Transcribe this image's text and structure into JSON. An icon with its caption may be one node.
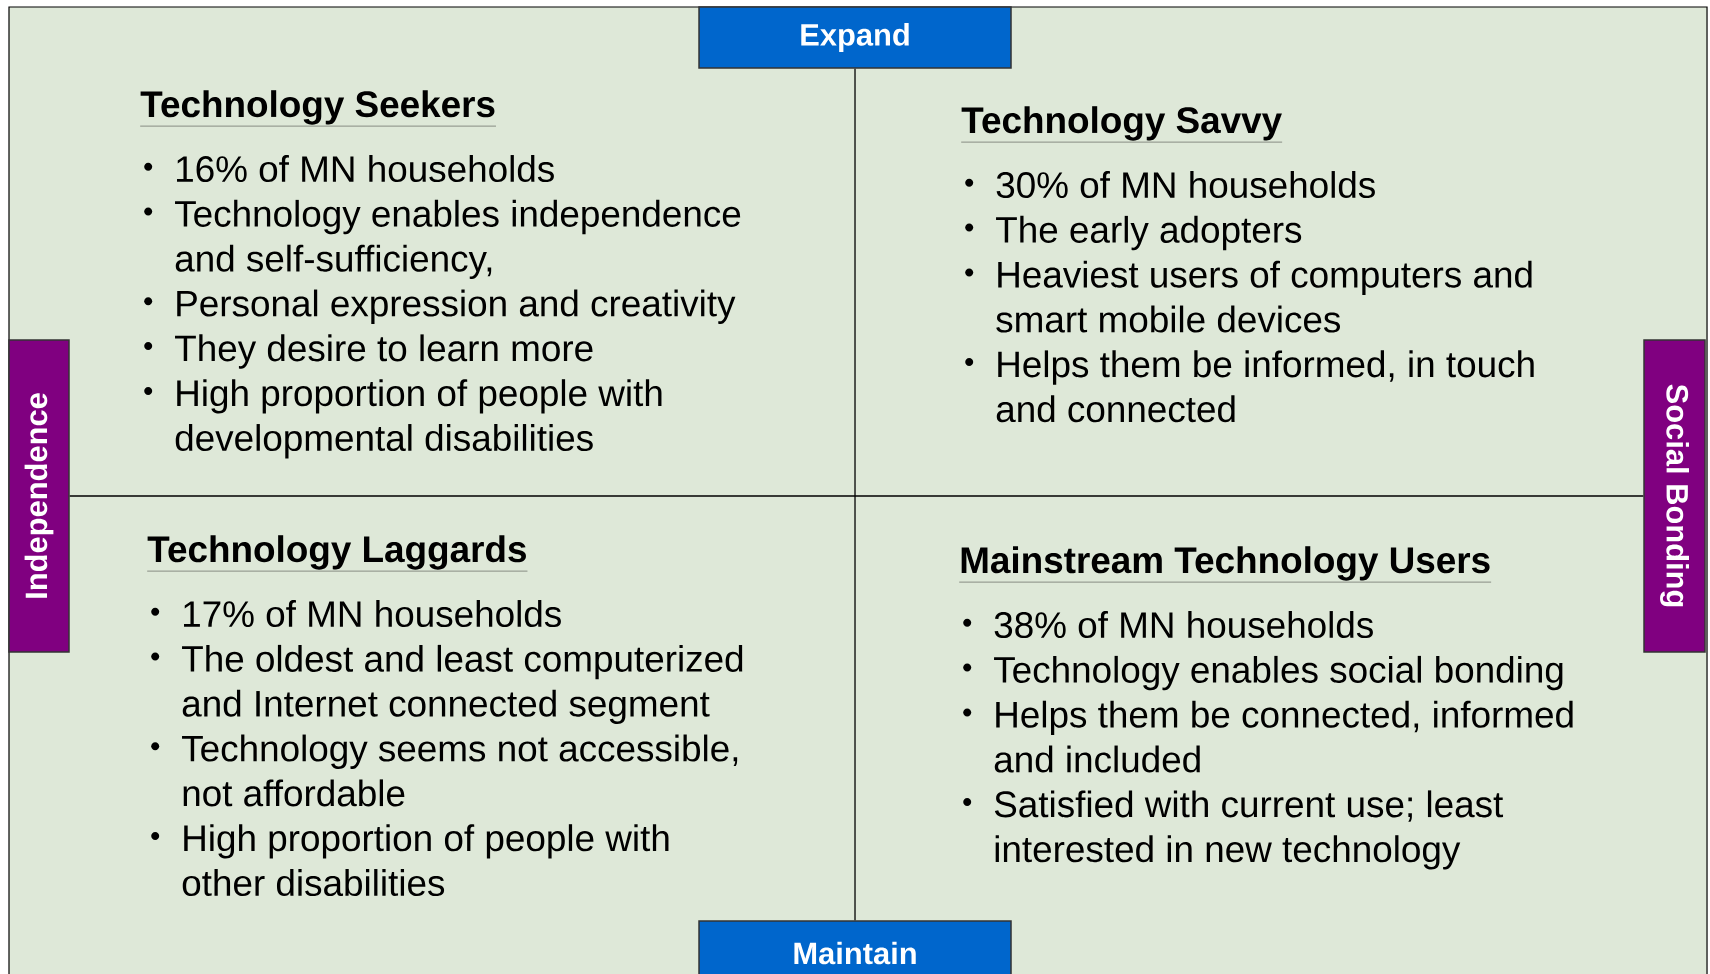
{
  "diagram": {
    "nodes": [
      {
        "text": [
          "Expand"
        ]
      },
      {
        "text": [
          "Technology Seekers",
          "16% of MN households",
          "Technology enables independence and self-sufficiency,",
          "Personal expression and creativity",
          "They desire to learn more",
          "High proportion of people with developmental disabilities"
        ]
      },
      {
        "text": [
          "Technology Savvy",
          "30% of MN households",
          "The early adopters",
          "Heaviest users of computers and smart mobile devices",
          "Helps them be informed, in touch and connected"
        ]
      },
      {
        "text": [
          "Independence"
        ]
      },
      {
        "text": [
          "Social Bonding"
        ]
      },
      {
        "text": [
          "Technology Laggards",
          "17% of MN households",
          "The oldest and least computerized and Internet connected segment",
          "Technology seems not accessible, not affordable",
          "High proportion of people with other disabilities"
        ]
      },
      {
        "text": [
          "Mainstream Technology Users",
          "38% of MN households",
          "Technology enables social bonding",
          "Helps them be connected, informed and included",
          "Satisfied with current use; least interested in new technology"
        ]
      },
      {
        "text": [
          "Maintain"
        ]
      }
    ],
    "edges": [
      {
        "from": 0,
        "to": 7,
        "arrow": "none"
      },
      {
        "from": 3,
        "to": 4,
        "arrow": "none"
      }
    ]
  }
}
